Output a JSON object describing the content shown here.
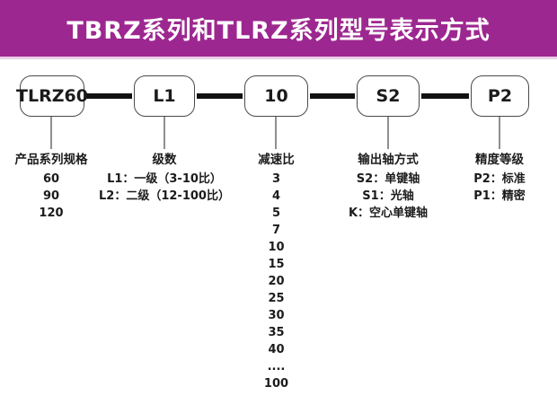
{
  "title": "TBRZ系列和TLRZ系列型号表示方式",
  "colors": {
    "banner": "#9D2790",
    "banner-edge": "#E9CFE6",
    "box-border": "#4A4A4A",
    "line": "#111111",
    "drop-line": "#8F8F8F",
    "text": "#1B1B1B"
  },
  "columns": [
    {
      "code": "TLRZ60",
      "label": "产品系列规格",
      "items": [
        "60",
        "90",
        "120"
      ]
    },
    {
      "code": "L1",
      "label": "级数",
      "items": [
        "L1：一级（3-10比）",
        "L2：二级（12-100比）"
      ]
    },
    {
      "code": "10",
      "label": "减速比",
      "items": [
        "3",
        "4",
        "5",
        "7",
        "10",
        "15",
        "20",
        "25",
        "30",
        "35",
        "40",
        "....",
        "100"
      ]
    },
    {
      "code": "S2",
      "label": "输出轴方式",
      "items": [
        "S2：单键轴",
        "S1：光轴",
        "K：空心单键轴"
      ]
    },
    {
      "code": "P2",
      "label": "精度等级",
      "items": [
        "P2：标准",
        "P1：精密"
      ]
    }
  ]
}
